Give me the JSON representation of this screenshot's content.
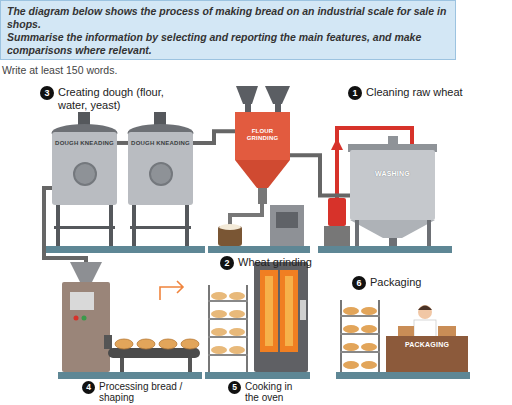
{
  "diagram": {
    "nodes": [
      {
        "text": [
          "The diagram below shows the process of making bread on an industrial scale for sale in shops.",
          "Summarise the information by selecting and reporting the main features, and make comparisons where relevant."
        ]
      },
      {
        "text": [
          "3",
          "Creating dough (flour, water, yeast)"
        ]
      },
      {
        "text": [
          "DOUGH KNEADING"
        ]
      },
      {
        "text": [
          "DOUGH KNEADING"
        ]
      },
      {
        "text": [
          "FLOUR GRINDING"
        ]
      },
      {
        "text": [
          "1",
          "Cleaning raw wheat"
        ]
      },
      {
        "text": [
          "WASHING"
        ]
      },
      {
        "text": [
          "2",
          "Wheat grinding"
        ]
      },
      {
        "text": [
          "6",
          "Packaging"
        ]
      },
      {
        "text": [
          "PACKAGING"
        ]
      },
      {
        "text": [
          "4",
          "Processing bread / shaping"
        ]
      },
      {
        "text": [
          "5",
          "Cooking in the oven"
        ]
      }
    ],
    "edges": [
      {
        "from": 6,
        "to": 4,
        "arrow": "none"
      },
      {
        "from": 4,
        "to": 3,
        "arrow": "none"
      },
      {
        "from": 3,
        "to": 2,
        "arrow": "none"
      }
    ],
    "labels": [
      "Write at least 150 words."
    ]
  }
}
